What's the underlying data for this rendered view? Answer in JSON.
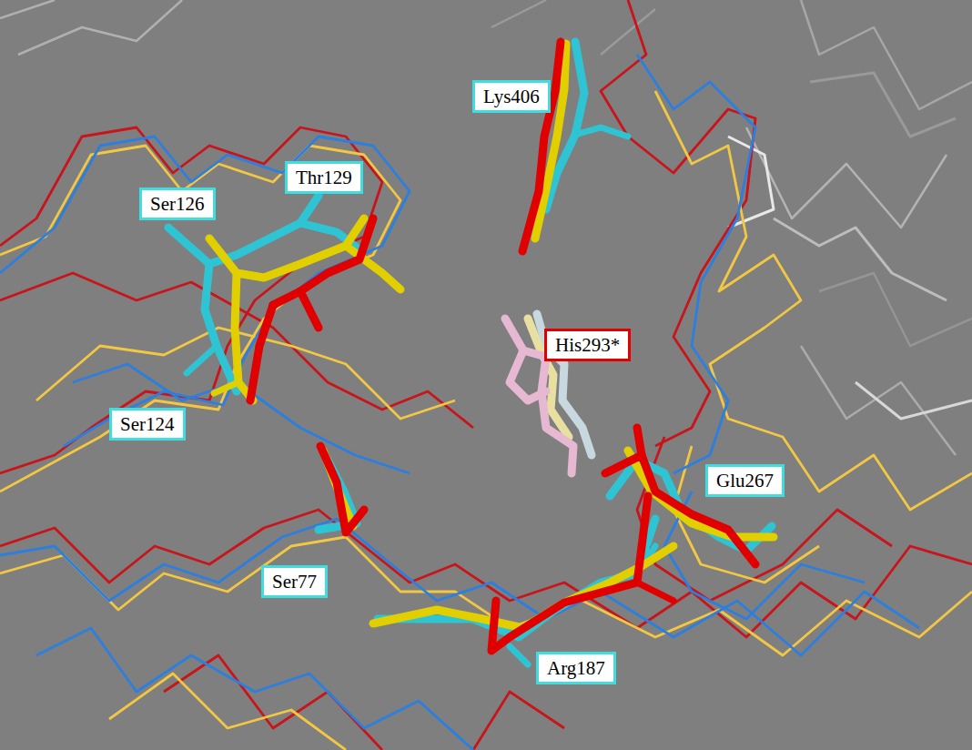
{
  "diagram": {
    "nodes": [
      {
        "text": [
          "Lys406"
        ]
      },
      {
        "text": [
          "Thr129"
        ]
      },
      {
        "text": [
          "Ser126"
        ]
      },
      {
        "text": [
          "Ser124"
        ]
      },
      {
        "text": [
          "His293*"
        ]
      },
      {
        "text": [
          "Glu267"
        ]
      },
      {
        "text": [
          "Ser77"
        ]
      },
      {
        "text": [
          "Arg187"
        ]
      }
    ]
  }
}
